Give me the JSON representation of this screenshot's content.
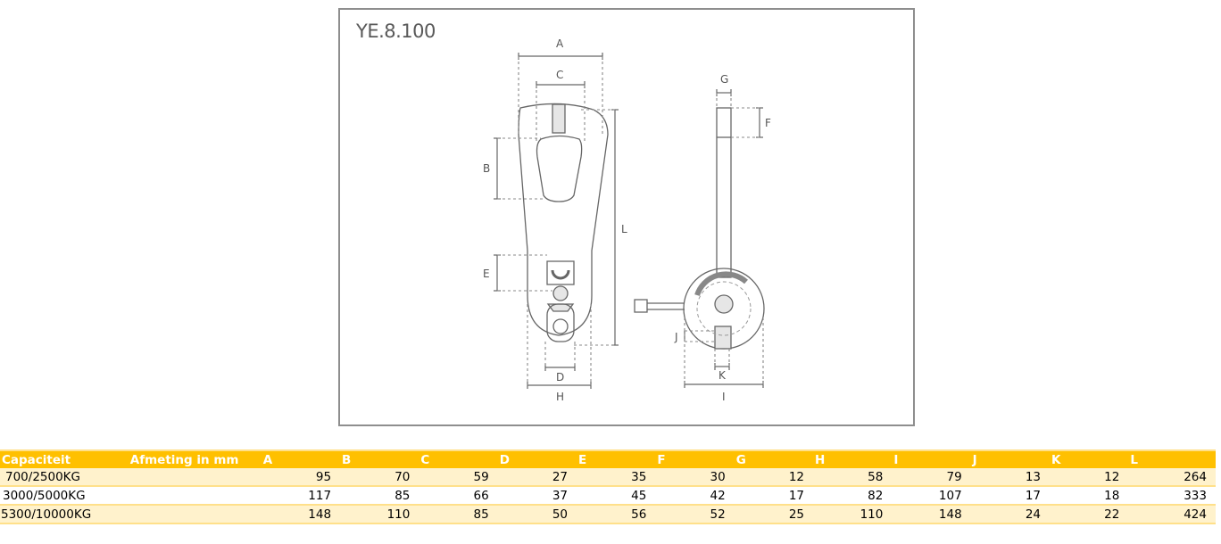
{
  "figure": {
    "title": "YE.8.100",
    "labels": {
      "A": "A",
      "B": "B",
      "C": "C",
      "D": "D",
      "E": "E",
      "F": "F",
      "G": "G",
      "H": "H",
      "I": "I",
      "J": "J",
      "K": "K",
      "L": "L"
    }
  },
  "table": {
    "headers": [
      "Capaciteit",
      "Afmeting in mm",
      "A",
      "B",
      "C",
      "D",
      "E",
      "F",
      "G",
      "H",
      "I",
      "J",
      "K",
      "L"
    ],
    "rows": [
      {
        "capacity": "700/2500KG",
        "values": [
          "95",
          "70",
          "59",
          "27",
          "35",
          "30",
          "12",
          "58",
          "79",
          "13",
          "12",
          "264"
        ]
      },
      {
        "capacity": "3000/5000KG",
        "values": [
          "117",
          "85",
          "66",
          "37",
          "45",
          "42",
          "17",
          "82",
          "107",
          "17",
          "18",
          "333"
        ]
      },
      {
        "capacity": "5300/10000KG",
        "values": [
          "148",
          "110",
          "85",
          "50",
          "56",
          "52",
          "25",
          "110",
          "148",
          "24",
          "22",
          "424"
        ]
      }
    ]
  },
  "colors": {
    "header_bg": "#ffc000",
    "header_text": "#ffffff",
    "row_alt_bg": "#fff2cc",
    "row_border": "#ffe08a",
    "frame_border": "#8e8e8e"
  }
}
